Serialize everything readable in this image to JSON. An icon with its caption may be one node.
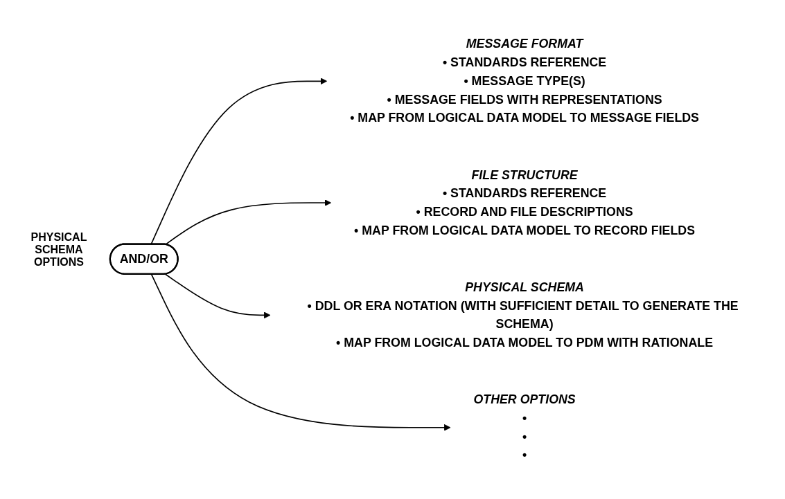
{
  "diagram": {
    "nodes": [
      {
        "text": [
          "AND/OR"
        ]
      },
      {
        "text": [
          "MESSAGE FORMAT",
          "• STANDARDS REFERENCE",
          "• MESSAGE TYPE(S)",
          "• MESSAGE FIELDS WITH REPRESENTATIONS",
          "• MAP FROM LOGICAL DATA MODEL TO MESSAGE FIELDS"
        ]
      },
      {
        "text": [
          "FILE STRUCTURE",
          "• STANDARDS REFERENCE",
          "• RECORD AND FILE DESCRIPTIONS",
          "• MAP FROM LOGICAL DATA MODEL TO RECORD FIELDS"
        ]
      },
      {
        "text": [
          "PHYSICAL SCHEMA",
          "• DDL OR ERA NOTATION (WITH SUFFICIENT DETAIL TO GENERATE THE SCHEMA)",
          "• MAP FROM LOGICAL DATA MODEL TO PDM WITH RATIONALE"
        ]
      },
      {
        "text": [
          "OTHER OPTIONS",
          "•",
          "•",
          "•"
        ]
      }
    ],
    "edges": [
      {
        "from": 0,
        "to": 1,
        "arrow": "to"
      },
      {
        "from": 0,
        "to": 2,
        "arrow": "to"
      },
      {
        "from": 0,
        "to": 3,
        "arrow": "to"
      },
      {
        "from": 0,
        "to": 4,
        "arrow": "to"
      }
    ],
    "labels": [
      "PHYSICAL SCHEMA OPTIONS"
    ]
  }
}
